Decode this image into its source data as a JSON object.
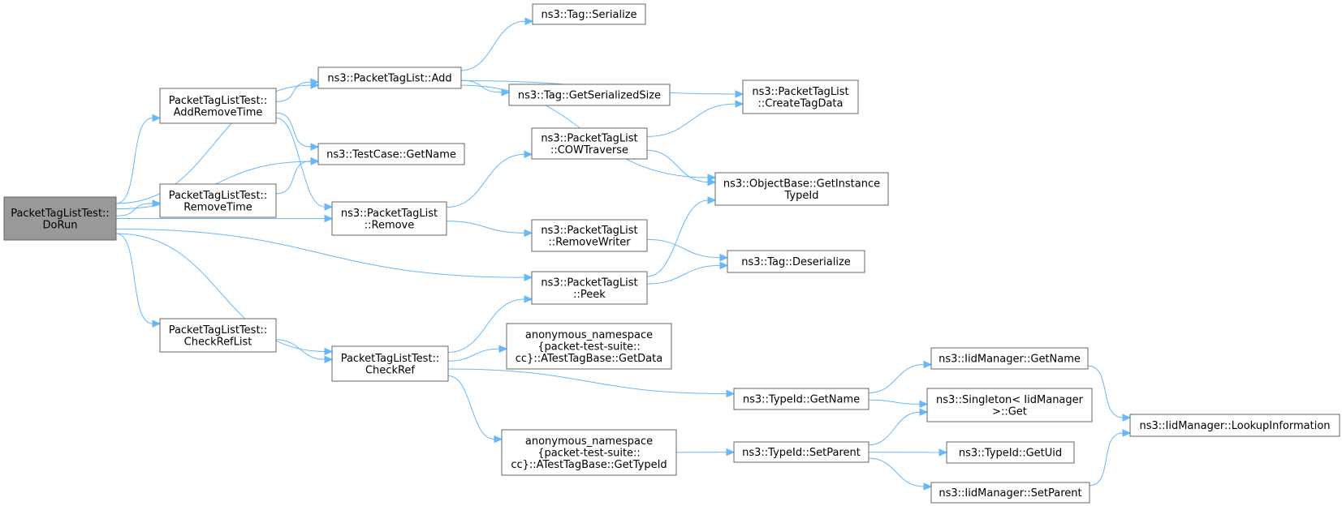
{
  "diagram": {
    "colors": {
      "edge": "#63b8ff",
      "node_border": "#666666",
      "root_fill": "#999999",
      "node_fill": "#ffffff"
    },
    "nodes": [
      {
        "id": "dorun",
        "lines": [
          "PacketTagListTest::",
          "DoRun"
        ],
        "root": true
      },
      {
        "id": "addremovetime",
        "lines": [
          "PacketTagListTest::",
          "AddRemoveTime"
        ]
      },
      {
        "id": "removetime",
        "lines": [
          "PacketTagListTest::",
          "RemoveTime"
        ]
      },
      {
        "id": "checkreflist",
        "lines": [
          "PacketTagListTest::",
          "CheckRefList"
        ]
      },
      {
        "id": "ptl_add",
        "lines": [
          "ns3::PacketTagList::Add"
        ]
      },
      {
        "id": "tc_getname",
        "lines": [
          "ns3::TestCase::GetName"
        ]
      },
      {
        "id": "ptl_remove",
        "lines": [
          "ns3::PacketTagList",
          "::Remove"
        ]
      },
      {
        "id": "checkref",
        "lines": [
          "PacketTagListTest::",
          "CheckRef"
        ]
      },
      {
        "id": "tag_serialize",
        "lines": [
          "ns3::Tag::Serialize"
        ]
      },
      {
        "id": "tag_getsersize",
        "lines": [
          "ns3::Tag::GetSerializedSize"
        ]
      },
      {
        "id": "cowtraverse",
        "lines": [
          "ns3::PacketTagList",
          "::COWTraverse"
        ]
      },
      {
        "id": "removewriter",
        "lines": [
          "ns3::PacketTagList",
          "::RemoveWriter"
        ]
      },
      {
        "id": "peek",
        "lines": [
          "ns3::PacketTagList",
          "::Peek"
        ]
      },
      {
        "id": "getdata",
        "lines": [
          "anonymous_namespace",
          "{packet-test-suite::",
          "cc}::ATestTagBase::GetData"
        ]
      },
      {
        "id": "gettypeid",
        "lines": [
          "anonymous_namespace",
          "{packet-test-suite::",
          "cc}::ATestTagBase::GetTypeId"
        ]
      },
      {
        "id": "createtagdata",
        "lines": [
          "ns3::PacketTagList",
          "::CreateTagData"
        ]
      },
      {
        "id": "getinstancetypeid",
        "lines": [
          "ns3::ObjectBase::GetInstance",
          "TypeId"
        ]
      },
      {
        "id": "tag_deserialize",
        "lines": [
          "ns3::Tag::Deserialize"
        ]
      },
      {
        "id": "typeid_getname",
        "lines": [
          "ns3::TypeId::GetName"
        ]
      },
      {
        "id": "typeid_setparent",
        "lines": [
          "ns3::TypeId::SetParent"
        ]
      },
      {
        "id": "iid_getname",
        "lines": [
          "ns3::IidManager::GetName"
        ]
      },
      {
        "id": "singleton_get",
        "lines": [
          "ns3::Singleton< IidManager",
          ">::Get"
        ]
      },
      {
        "id": "typeid_getuid",
        "lines": [
          "ns3::TypeId::GetUid"
        ]
      },
      {
        "id": "iid_setparent",
        "lines": [
          "ns3::IidManager::SetParent"
        ]
      },
      {
        "id": "iid_lookup",
        "lines": [
          "ns3::IidManager::LookupInformation"
        ]
      }
    ],
    "edges": [
      [
        "dorun",
        "ptl_add"
      ],
      [
        "dorun",
        "addremovetime"
      ],
      [
        "dorun",
        "tc_getname"
      ],
      [
        "dorun",
        "removetime"
      ],
      [
        "dorun",
        "ptl_remove"
      ],
      [
        "dorun",
        "peek"
      ],
      [
        "dorun",
        "checkreflist"
      ],
      [
        "dorun",
        "checkref"
      ],
      [
        "addremovetime",
        "ptl_add"
      ],
      [
        "addremovetime",
        "tc_getname"
      ],
      [
        "addremovetime",
        "ptl_remove"
      ],
      [
        "removetime",
        "tc_getname"
      ],
      [
        "checkreflist",
        "checkref"
      ],
      [
        "ptl_add",
        "tag_serialize"
      ],
      [
        "ptl_add",
        "createtagdata"
      ],
      [
        "ptl_add",
        "tag_getsersize"
      ],
      [
        "ptl_add",
        "getinstancetypeid"
      ],
      [
        "ptl_remove",
        "cowtraverse"
      ],
      [
        "ptl_remove",
        "removewriter"
      ],
      [
        "cowtraverse",
        "createtagdata"
      ],
      [
        "cowtraverse",
        "getinstancetypeid"
      ],
      [
        "removewriter",
        "tag_deserialize"
      ],
      [
        "peek",
        "getinstancetypeid"
      ],
      [
        "peek",
        "tag_deserialize"
      ],
      [
        "checkref",
        "peek"
      ],
      [
        "checkref",
        "getdata"
      ],
      [
        "checkref",
        "typeid_getname"
      ],
      [
        "checkref",
        "gettypeid"
      ],
      [
        "gettypeid",
        "typeid_setparent"
      ],
      [
        "typeid_getname",
        "iid_getname"
      ],
      [
        "typeid_getname",
        "singleton_get"
      ],
      [
        "typeid_setparent",
        "singleton_get"
      ],
      [
        "typeid_setparent",
        "typeid_getuid"
      ],
      [
        "typeid_setparent",
        "iid_setparent"
      ],
      [
        "iid_getname",
        "iid_lookup"
      ],
      [
        "iid_setparent",
        "iid_lookup"
      ]
    ]
  }
}
